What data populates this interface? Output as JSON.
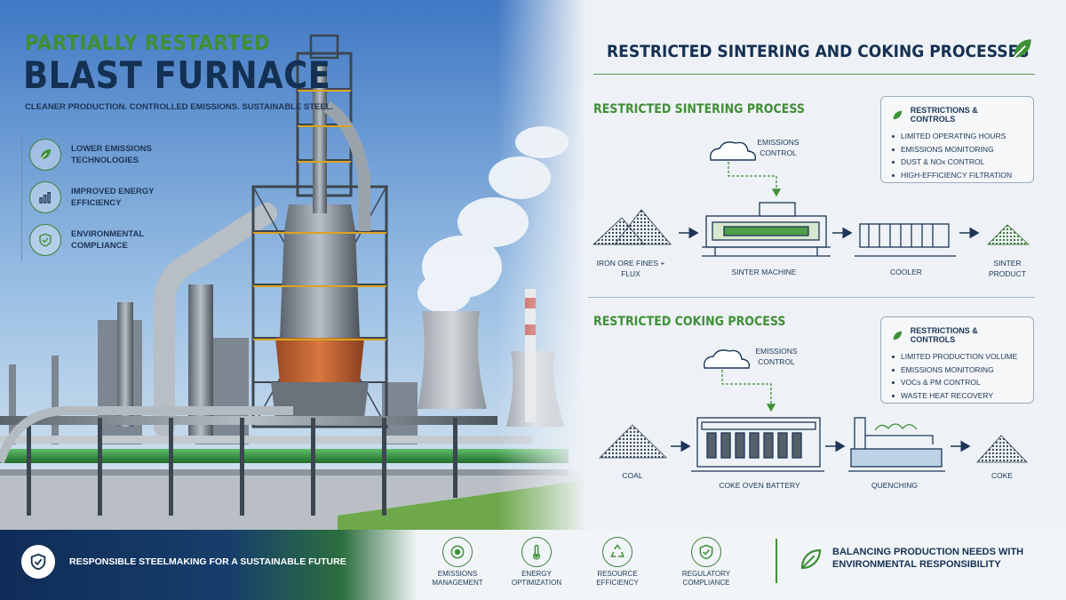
{
  "header": {
    "line1": "PARTIALLY RESTARTED",
    "line2": "BLAST FURNACE",
    "tagline": "CLEANER PRODUCTION. CONTROLLED EMISSIONS. SUSTAINABLE STEEL."
  },
  "left_features": [
    {
      "label": "LOWER EMISSIONS TECHNOLOGIES",
      "icon": "leaf-icon"
    },
    {
      "label": "IMPROVED ENERGY EFFICIENCY",
      "icon": "bar-chart-icon"
    },
    {
      "label": "ENVIRONMENTAL COMPLIANCE",
      "icon": "shield-check-icon"
    }
  ],
  "diagram": {
    "title": "RESTRICTED SINTERING AND COKING PROCESSES",
    "sintering": {
      "title": "RESTRICTED SINTERING PROCESS",
      "emissions_label": "EMISSIONS CONTROL",
      "steps": [
        "IRON ORE FINES + FLUX",
        "SINTER MACHINE",
        "COOLER",
        "SINTER PRODUCT"
      ],
      "controls_title": "RESTRICTIONS & CONTROLS",
      "controls": [
        "LIMITED OPERATING HOURS",
        "EMISSIONS MONITORING",
        "DUST & NOx CONTROL",
        "HIGH-EFFICIENCY FILTRATION"
      ]
    },
    "coking": {
      "title": "RESTRICTED COKING PROCESS",
      "emissions_label": "EMISSIONS CONTROL",
      "steps": [
        "COAL",
        "COKE OVEN BATTERY",
        "QUENCHING",
        "COKE"
      ],
      "controls_title": "RESTRICTIONS & CONTROLS",
      "controls": [
        "LIMITED PRODUCTION VOLUME",
        "EMISSIONS MONITORING",
        "VOCs & PM CONTROL",
        "WASTE HEAT RECOVERY"
      ]
    }
  },
  "footer": {
    "slogan": "RESPONSIBLE STEELMAKING FOR A SUSTAINABLE FUTURE",
    "items": [
      {
        "label": "EMISSIONS MANAGEMENT",
        "icon": "cycle-icon"
      },
      {
        "label": "ENERGY OPTIMIZATION",
        "icon": "thermometer-icon"
      },
      {
        "label": "RESOURCE EFFICIENCY",
        "icon": "recycle-icon"
      },
      {
        "label": "REGULATORY COMPLIANCE",
        "icon": "shield-check-icon"
      }
    ],
    "closing": "BALANCING PRODUCTION NEEDS WITH ENVIRONMENTAL RESPONSIBILITY"
  },
  "colors": {
    "navy": "#143052",
    "green": "#3f8f36",
    "steel": "#8d98a3",
    "rust": "#c6653a",
    "pipe_green": "#2f8d3c"
  }
}
